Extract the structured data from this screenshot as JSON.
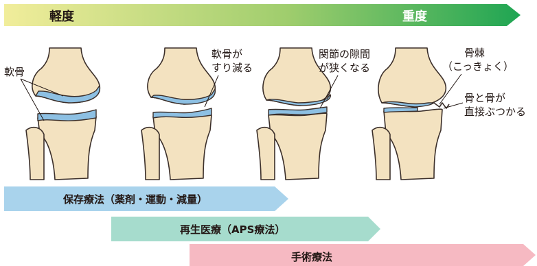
{
  "severity_bar": {
    "mild_label": "軽度",
    "severe_label": "重度",
    "gradient": [
      "#f1ed9b",
      "#9fcd6d",
      "#1fa553"
    ]
  },
  "annotations": {
    "cartilage": "軟骨",
    "cartilage_wear": [
      "軟骨が",
      "すり減る"
    ],
    "joint_narrowing": [
      "関節の隙間",
      "が狭くなる"
    ],
    "bone_spur": [
      "骨棘",
      "（こっきょく）"
    ],
    "bone_contact": [
      "骨と骨が",
      "直接ぶつかる"
    ]
  },
  "treatments": [
    {
      "label": "保存療法（薬剤・運動・減量）",
      "color": "#a9d3ec"
    },
    {
      "label": "再生医療（APS療法）",
      "color": "#a6dccd"
    },
    {
      "label": "手術療法",
      "color": "#f6b9c2"
    }
  ],
  "colors": {
    "bone_fill": "#f3e2c0",
    "bone_stroke": "#3b2f2a",
    "cartilage": "#8dc0e3"
  }
}
